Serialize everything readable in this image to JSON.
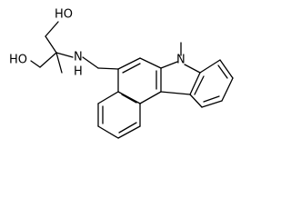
{
  "atoms": {
    "oh_top": "HO",
    "oh_left": "HO",
    "amine": "N",
    "amine_h": "H",
    "ring_n": "N"
  },
  "colors": {
    "bond": "#000000",
    "label": "#000000",
    "background": "#ffffff"
  }
}
